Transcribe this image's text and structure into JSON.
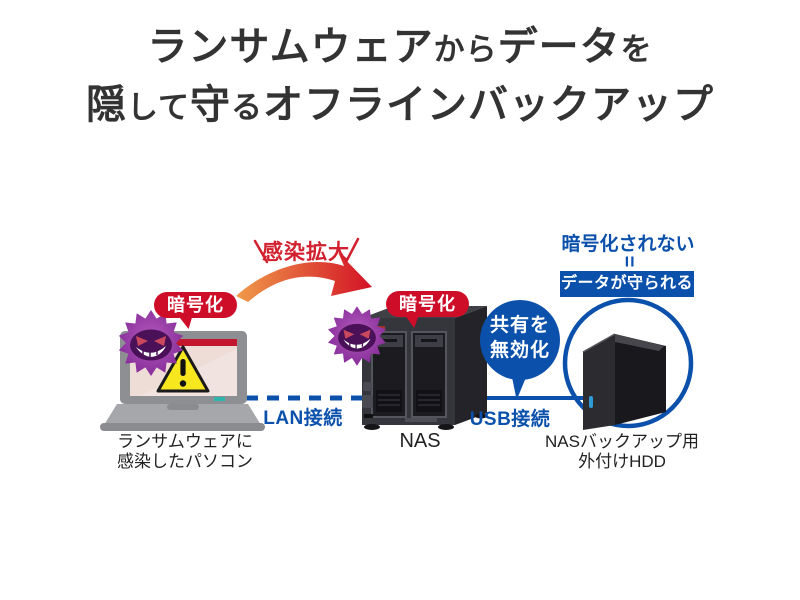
{
  "title": {
    "line1": [
      {
        "text": "ランサムウェア",
        "big": true
      },
      {
        "text": "から",
        "big": false
      },
      {
        "text": "データ",
        "big": true
      },
      {
        "text": "を",
        "big": false
      }
    ],
    "line2": [
      {
        "text": "隠",
        "big": true
      },
      {
        "text": "して",
        "big": false
      },
      {
        "text": "守",
        "big": true
      },
      {
        "text": "る",
        "big": false
      },
      {
        "text": "オフラインバックアップ",
        "big": true
      }
    ]
  },
  "spread_label": "感染拡大",
  "pc": {
    "bubble": "暗号化",
    "caption1": "ランサムウェアに",
    "caption2": "感染したパソコン"
  },
  "nas": {
    "bubble": "暗号化",
    "caption": "NAS"
  },
  "hdd": {
    "caption1": "NASバックアップ用",
    "caption2": "外付けHDD"
  },
  "connections": {
    "lan_label": "LAN接続",
    "usb_label": "USB接続"
  },
  "protection": {
    "not_encrypted": "暗号化されない",
    "equals": "=",
    "protected_label": "データが守られる",
    "bubble_line1": "共有を",
    "bubble_line2": "無効化"
  },
  "icons": {
    "virus": "virus-monster-icon",
    "warning": "warning-triangle-icon"
  },
  "colors": {
    "blue": "#0b51ac",
    "red": "#ce0e28",
    "arrow_orange": "#f09a4a",
    "arrow_red": "#d31226",
    "virus_purple": "#8d3094",
    "warning_yellow": "#f6e71f",
    "title_gray": "#333333"
  }
}
